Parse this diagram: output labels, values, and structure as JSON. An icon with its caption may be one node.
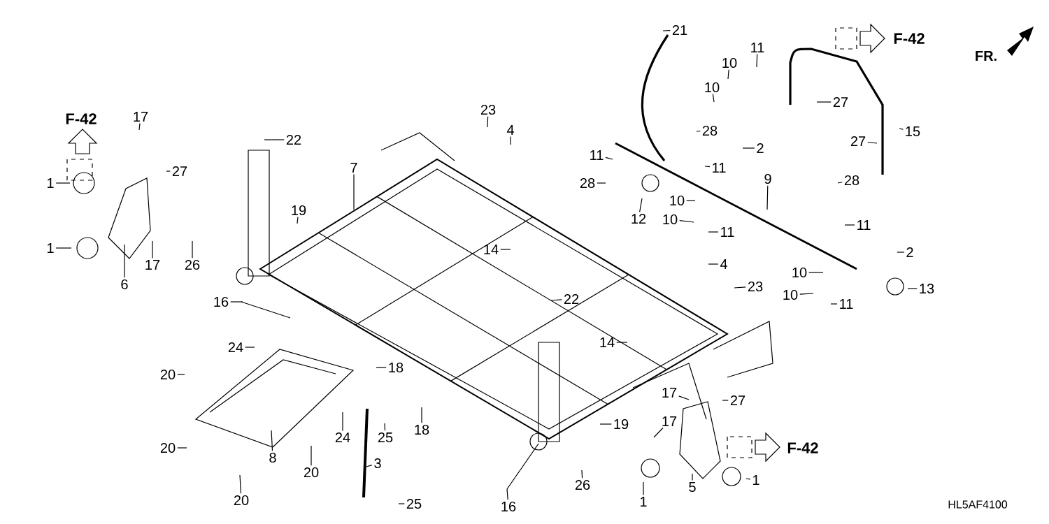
{
  "diagram": {
    "nodes": [
      {
        "text": [
          "21"
        ]
      },
      {
        "text": [
          "11"
        ]
      },
      {
        "text": [
          "10"
        ]
      },
      {
        "text": [
          "10"
        ]
      },
      {
        "text": [
          "27"
        ]
      },
      {
        "text": [
          "23"
        ]
      },
      {
        "text": [
          "17"
        ]
      },
      {
        "text": [
          "4"
        ]
      },
      {
        "text": [
          "15"
        ]
      },
      {
        "text": [
          "28"
        ]
      },
      {
        "text": [
          "22"
        ]
      },
      {
        "text": [
          "27"
        ]
      },
      {
        "text": [
          "2"
        ]
      },
      {
        "text": [
          "11"
        ]
      },
      {
        "text": [
          "7"
        ]
      },
      {
        "text": [
          "11"
        ]
      },
      {
        "text": [
          "27"
        ]
      },
      {
        "text": [
          "9"
        ]
      },
      {
        "text": [
          "28"
        ]
      },
      {
        "text": [
          "28"
        ]
      },
      {
        "text": [
          "1"
        ]
      },
      {
        "text": [
          "10"
        ]
      },
      {
        "text": [
          "19"
        ]
      },
      {
        "text": [
          "12"
        ]
      },
      {
        "text": [
          "10"
        ]
      },
      {
        "text": [
          "11"
        ]
      },
      {
        "text": [
          "11"
        ]
      },
      {
        "text": [
          "1"
        ]
      },
      {
        "text": [
          "14"
        ]
      },
      {
        "text": [
          "2"
        ]
      },
      {
        "text": [
          "4"
        ]
      },
      {
        "text": [
          "17"
        ]
      },
      {
        "text": [
          "26"
        ]
      },
      {
        "text": [
          "10"
        ]
      },
      {
        "text": [
          "23"
        ]
      },
      {
        "text": [
          "6"
        ]
      },
      {
        "text": [
          "13"
        ]
      },
      {
        "text": [
          "10"
        ]
      },
      {
        "text": [
          "22"
        ]
      },
      {
        "text": [
          "16"
        ]
      },
      {
        "text": [
          "11"
        ]
      },
      {
        "text": [
          "14"
        ]
      },
      {
        "text": [
          "24"
        ]
      },
      {
        "text": [
          "18"
        ]
      },
      {
        "text": [
          "20"
        ]
      },
      {
        "text": [
          "17"
        ]
      },
      {
        "text": [
          "27"
        ]
      },
      {
        "text": [
          "17"
        ]
      },
      {
        "text": [
          "19"
        ]
      },
      {
        "text": [
          "18"
        ]
      },
      {
        "text": [
          "24"
        ]
      },
      {
        "text": [
          "25"
        ]
      },
      {
        "text": [
          "20"
        ]
      },
      {
        "text": [
          "8"
        ]
      },
      {
        "text": [
          "3"
        ]
      },
      {
        "text": [
          "20"
        ]
      },
      {
        "text": [
          "1"
        ]
      },
      {
        "text": [
          "26"
        ]
      },
      {
        "text": [
          "5"
        ]
      },
      {
        "text": [
          "20"
        ]
      },
      {
        "text": [
          "1"
        ]
      },
      {
        "text": [
          "25"
        ]
      },
      {
        "text": [
          "16"
        ]
      }
    ],
    "edges": [
      {
        "from": 0,
        "to": null,
        "arrow": "none"
      },
      {
        "from": 1,
        "to": null,
        "arrow": "none"
      },
      {
        "from": 2,
        "to": null,
        "arrow": "none"
      },
      {
        "from": 3,
        "to": null,
        "arrow": "none"
      },
      {
        "from": 4,
        "to": null,
        "arrow": "none"
      },
      {
        "from": 5,
        "to": null,
        "arrow": "none"
      },
      {
        "from": 6,
        "to": null,
        "arrow": "none"
      },
      {
        "from": 7,
        "to": null,
        "arrow": "none"
      },
      {
        "from": 8,
        "to": null,
        "arrow": "none"
      },
      {
        "from": 9,
        "to": null,
        "arrow": "none"
      },
      {
        "from": 10,
        "to": null,
        "arrow": "none"
      },
      {
        "from": 11,
        "to": null,
        "arrow": "none"
      },
      {
        "from": 12,
        "to": null,
        "arrow": "none"
      },
      {
        "from": 13,
        "to": null,
        "arrow": "none"
      },
      {
        "from": 14,
        "to": null,
        "arrow": "none"
      },
      {
        "from": 15,
        "to": null,
        "arrow": "none"
      },
      {
        "from": 16,
        "to": null,
        "arrow": "none"
      },
      {
        "from": 17,
        "to": null,
        "arrow": "none"
      },
      {
        "from": 18,
        "to": null,
        "arrow": "none"
      },
      {
        "from": 19,
        "to": null,
        "arrow": "none"
      },
      {
        "from": 20,
        "to": null,
        "arrow": "none"
      },
      {
        "from": 21,
        "to": null,
        "arrow": "none"
      },
      {
        "from": 22,
        "to": null,
        "arrow": "none"
      },
      {
        "from": 23,
        "to": null,
        "arrow": "none"
      },
      {
        "from": 24,
        "to": null,
        "arrow": "none"
      },
      {
        "from": 25,
        "to": null,
        "arrow": "none"
      },
      {
        "from": 26,
        "to": null,
        "arrow": "none"
      },
      {
        "from": 27,
        "to": null,
        "arrow": "none"
      },
      {
        "from": 28,
        "to": null,
        "arrow": "none"
      },
      {
        "from": 29,
        "to": null,
        "arrow": "none"
      },
      {
        "from": 30,
        "to": null,
        "arrow": "none"
      },
      {
        "from": 31,
        "to": null,
        "arrow": "none"
      },
      {
        "from": 32,
        "to": null,
        "arrow": "none"
      },
      {
        "from": 33,
        "to": null,
        "arrow": "none"
      },
      {
        "from": 34,
        "to": null,
        "arrow": "none"
      },
      {
        "from": 35,
        "to": null,
        "arrow": "none"
      },
      {
        "from": 36,
        "to": null,
        "arrow": "none"
      },
      {
        "from": 37,
        "to": null,
        "arrow": "none"
      },
      {
        "from": 38,
        "to": null,
        "arrow": "none"
      },
      {
        "from": 39,
        "to": null,
        "arrow": "none"
      },
      {
        "from": 40,
        "to": null,
        "arrow": "none"
      },
      {
        "from": 41,
        "to": null,
        "arrow": "none"
      },
      {
        "from": 42,
        "to": null,
        "arrow": "none"
      },
      {
        "from": 43,
        "to": null,
        "arrow": "none"
      },
      {
        "from": 44,
        "to": null,
        "arrow": "none"
      },
      {
        "from": 45,
        "to": null,
        "arrow": "none"
      },
      {
        "from": 46,
        "to": null,
        "arrow": "none"
      },
      {
        "from": 47,
        "to": null,
        "arrow": "none"
      },
      {
        "from": 48,
        "to": null,
        "arrow": "none"
      },
      {
        "from": 49,
        "to": null,
        "arrow": "none"
      },
      {
        "from": 50,
        "to": null,
        "arrow": "none"
      },
      {
        "from": 51,
        "to": null,
        "arrow": "none"
      },
      {
        "from": 52,
        "to": null,
        "arrow": "none"
      },
      {
        "from": 53,
        "to": null,
        "arrow": "none"
      },
      {
        "from": 54,
        "to": null,
        "arrow": "none"
      },
      {
        "from": 55,
        "to": null,
        "arrow": "none"
      },
      {
        "from": 56,
        "to": null,
        "arrow": "none"
      },
      {
        "from": 57,
        "to": null,
        "arrow": "none"
      },
      {
        "from": 58,
        "to": null,
        "arrow": "none"
      },
      {
        "from": 59,
        "to": null,
        "arrow": "none"
      },
      {
        "from": 60,
        "to": null,
        "arrow": "none"
      },
      {
        "from": 61,
        "to": null,
        "arrow": "none"
      },
      {
        "from": 62,
        "to": null,
        "arrow": "none"
      }
    ],
    "labels": [
      "F-42",
      "FR.",
      "F-42",
      "F-42",
      "HL5AF4100"
    ]
  }
}
